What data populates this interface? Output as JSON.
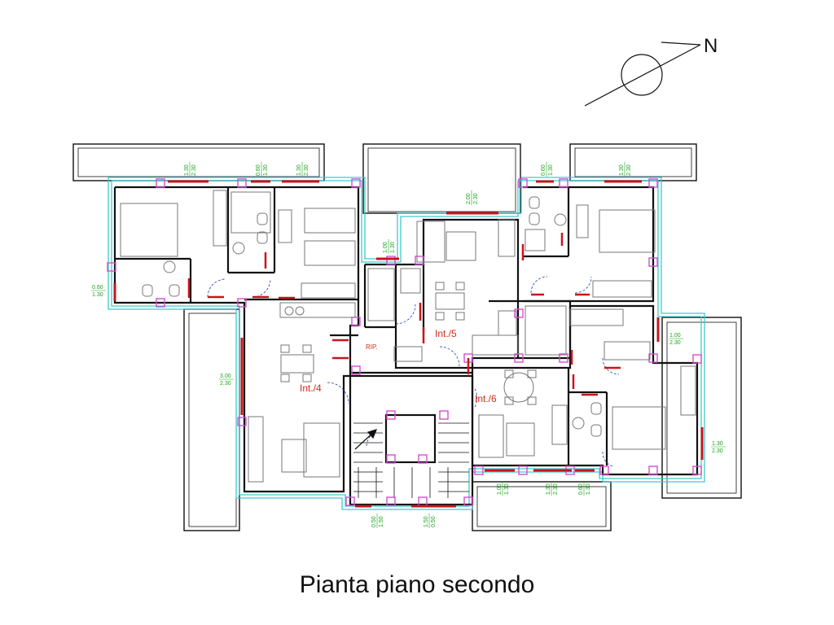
{
  "caption": "Pianta piano secondo",
  "north_label": "N",
  "units": [
    {
      "label": "Int./4"
    },
    {
      "label": "Int./5"
    },
    {
      "label": "Int./6"
    }
  ],
  "rip_label": "RIP.",
  "window_dims": [
    {
      "w": "1.30",
      "h": "2.30"
    },
    {
      "w": "0.60",
      "h": "1.30"
    },
    {
      "w": "1.30",
      "h": "2.30"
    },
    {
      "w": "2.00",
      "h": "2.30"
    },
    {
      "w": "0.60",
      "h": "1.30"
    },
    {
      "w": "1.30",
      "h": "2.30"
    },
    {
      "w": "1.00",
      "h": "1.30"
    },
    {
      "w": "0.60",
      "h": "1.30"
    },
    {
      "w": "3.00",
      "h": "2.30"
    },
    {
      "w": "1.00",
      "h": "2.30"
    },
    {
      "w": "1.30",
      "h": "2.30"
    },
    {
      "w": "1.00",
      "h": "1.30"
    },
    {
      "w": "1.30",
      "h": "2.30"
    },
    {
      "w": "0.60",
      "h": "1.30"
    },
    {
      "w": "0.50",
      "h": "1.50"
    },
    {
      "w": "1.50",
      "h": "0.50"
    }
  ],
  "colors": {
    "wall": "#111111",
    "insulation": "#3fc9cf",
    "column": "#d24fd2",
    "window": "#c8141e",
    "dimension": "#1aa31a",
    "furniture": "#777777",
    "unit_label": "#d42a1a"
  }
}
